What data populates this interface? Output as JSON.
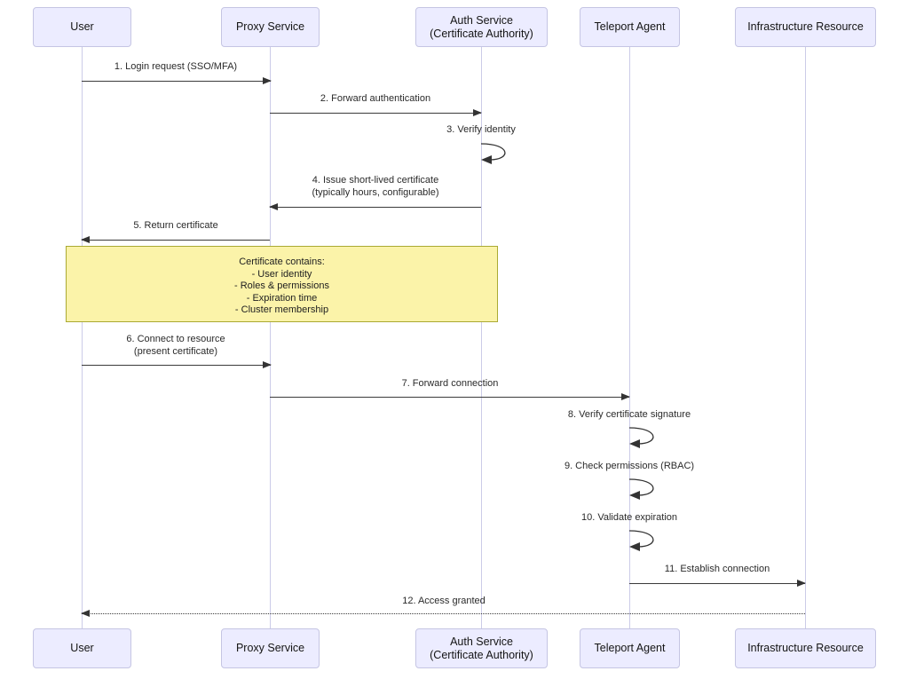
{
  "diagram": {
    "type": "sequence",
    "actors": [
      {
        "id": "user",
        "label": "User"
      },
      {
        "id": "proxy-service",
        "label": "Proxy Service"
      },
      {
        "id": "auth-service",
        "label": "Auth Service\n(Certificate Authority)"
      },
      {
        "id": "teleport-agent",
        "label": "Teleport Agent"
      },
      {
        "id": "infrastructure-resource",
        "label": "Infrastructure Resource"
      }
    ],
    "messages": [
      {
        "n": 1,
        "from": "user",
        "to": "proxy-service",
        "kind": "solid",
        "label": "1. Login request (SSO/MFA)"
      },
      {
        "n": 2,
        "from": "proxy-service",
        "to": "auth-service",
        "kind": "solid",
        "label": "2. Forward authentication"
      },
      {
        "n": 3,
        "from": "auth-service",
        "to": "auth-service",
        "kind": "self",
        "label": "3. Verify identity"
      },
      {
        "n": 4,
        "from": "auth-service",
        "to": "proxy-service",
        "kind": "solid",
        "label": "4. Issue short-lived certificate\n(typically hours, configurable)"
      },
      {
        "n": 5,
        "from": "proxy-service",
        "to": "user",
        "kind": "solid",
        "label": "5. Return certificate"
      },
      {
        "n": 6,
        "from": "user",
        "to": "proxy-service",
        "kind": "solid",
        "label": "6. Connect to resource\n(present certificate)"
      },
      {
        "n": 7,
        "from": "proxy-service",
        "to": "teleport-agent",
        "kind": "solid",
        "label": "7. Forward connection"
      },
      {
        "n": 8,
        "from": "teleport-agent",
        "to": "teleport-agent",
        "kind": "self",
        "label": "8. Verify certificate signature"
      },
      {
        "n": 9,
        "from": "teleport-agent",
        "to": "teleport-agent",
        "kind": "self",
        "label": "9. Check permissions (RBAC)"
      },
      {
        "n": 10,
        "from": "teleport-agent",
        "to": "teleport-agent",
        "kind": "self",
        "label": "10. Validate expiration"
      },
      {
        "n": 11,
        "from": "teleport-agent",
        "to": "infrastructure-resource",
        "kind": "solid",
        "label": "11. Establish connection"
      },
      {
        "n": 12,
        "from": "infrastructure-resource",
        "to": "user",
        "kind": "dotted",
        "label": "12. Access granted"
      }
    ],
    "note": {
      "over": "User, Auth Service (Certificate Authority)",
      "text": "Certificate contains:\n- User identity\n- Roles & permissions\n- Expiration time\n- Cluster membership"
    },
    "colors": {
      "actor_fill": "#ECECFF",
      "actor_border": "#C5C5E3",
      "lifeline": "#CBCBE8",
      "message_line": "#3B3B3B",
      "text": "#2A2A2A",
      "note_fill": "#FBF3A9",
      "note_border": "#AAAA33",
      "background": "#FFFFFF"
    }
  }
}
